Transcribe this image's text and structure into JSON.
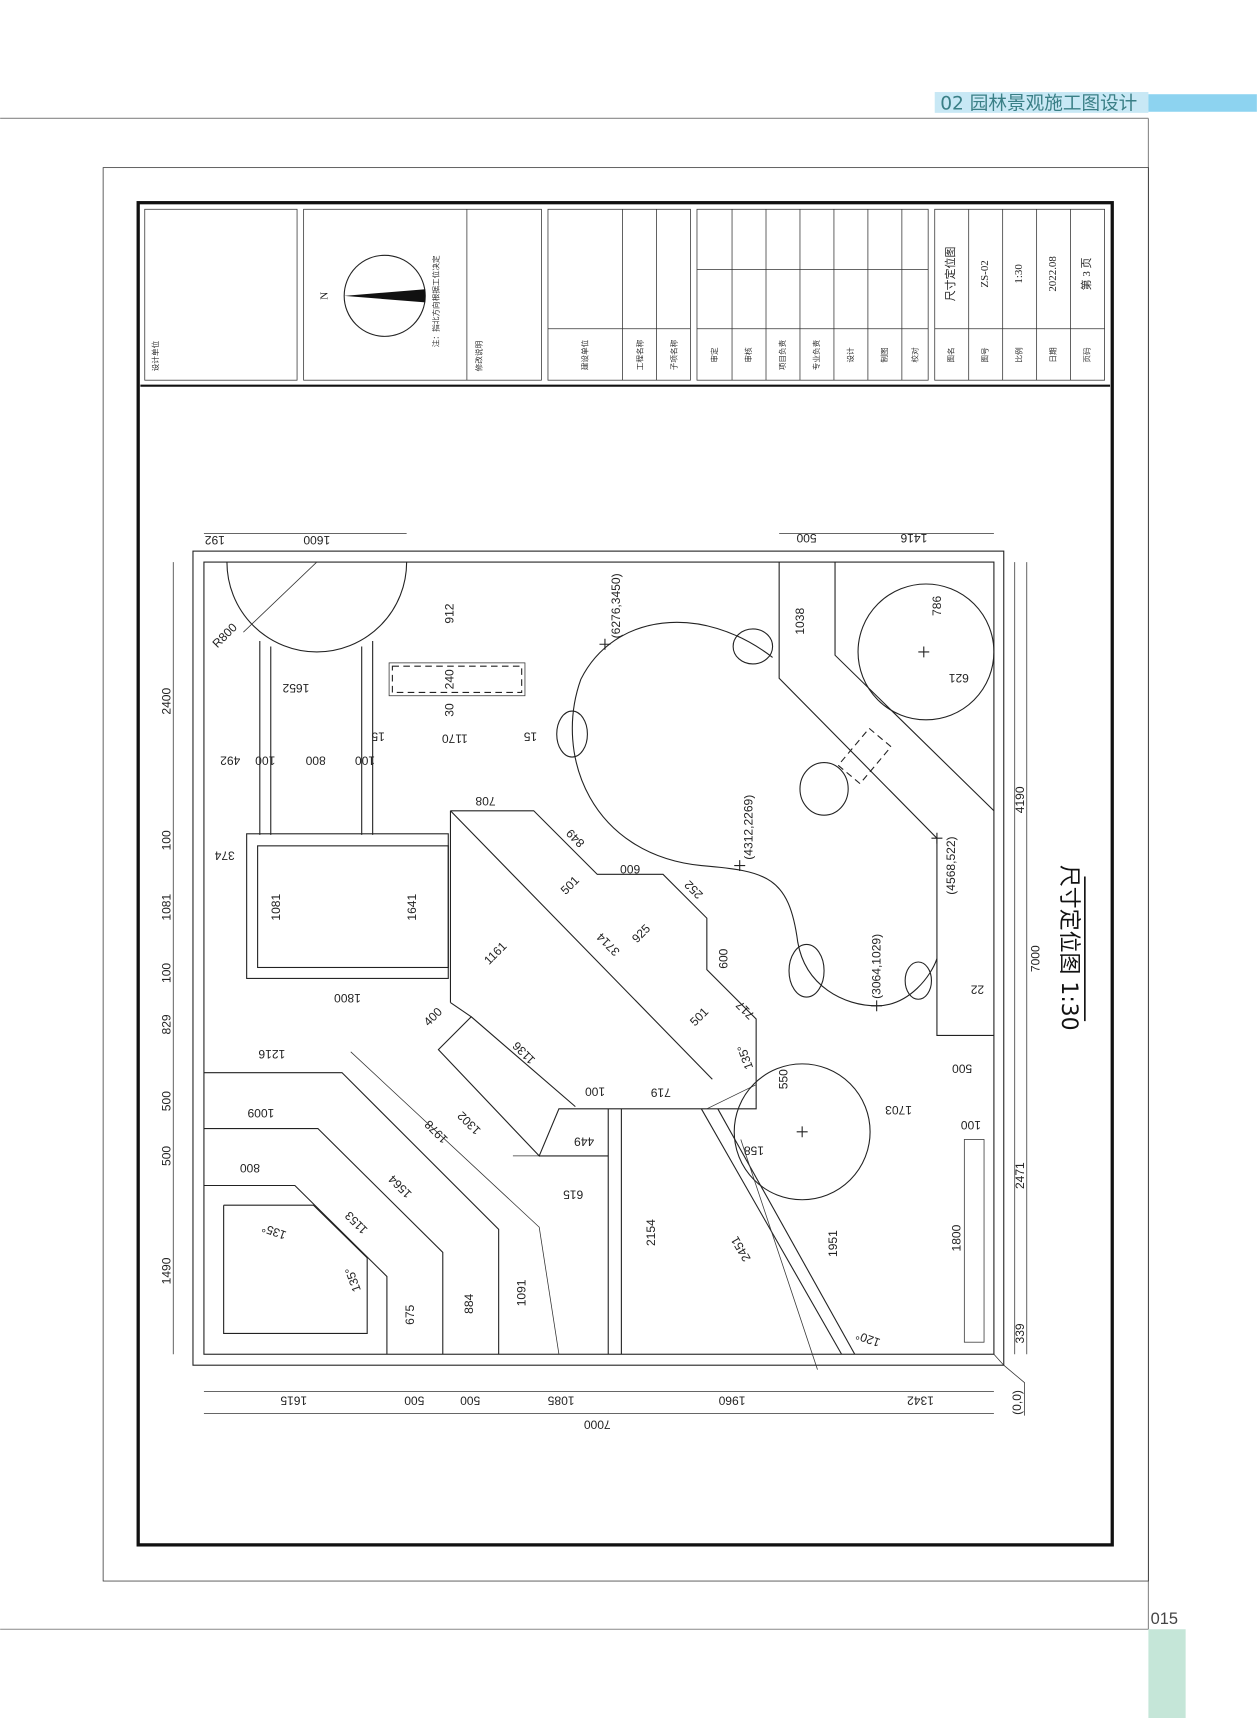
{
  "header": {
    "chapter": "02 园林景观施工图设计",
    "page_number": "015",
    "band_color": "#c8e8f5",
    "bar_color": "#8dd3f0",
    "footer_color": "#c5e6d8"
  },
  "title_block": {
    "design_unit": "设计单位",
    "north": "N",
    "north_note": "注：指北方向根据工位决定",
    "revision": "修改说明",
    "client": "建设单位",
    "project_name": "工程名称",
    "subproject_name": "子项名称",
    "roles": [
      "审定",
      "审核",
      "项目负责",
      "专业负责",
      "设计",
      "制图",
      "校对"
    ],
    "fields": [
      {
        "label": "图名",
        "value": "尺寸定位图"
      },
      {
        "label": "图号",
        "value": "ZS-02"
      },
      {
        "label": "比例",
        "value": "1:30"
      },
      {
        "label": "日期",
        "value": "2022.08"
      },
      {
        "label": "页码",
        "value": "第 3 页"
      }
    ]
  },
  "drawing": {
    "title": "尺寸定位图 1:30",
    "radius_label": "R800",
    "origin": "(0,0)",
    "coordinates": [
      "(6276,3450)",
      "(4312,2269)",
      "(4568,522)",
      "(3064,1029)"
    ],
    "angles": [
      "135°",
      "135°",
      "135°",
      "120°"
    ],
    "dims": [
      "192",
      "1600",
      "500",
      "1416",
      "912",
      "240",
      "30",
      "1652",
      "15",
      "1170",
      "15",
      "492",
      "100",
      "800",
      "100",
      "2400",
      "100",
      "374",
      "1081",
      "1081",
      "1641",
      "100",
      "1800",
      "829",
      "500",
      "500",
      "1490",
      "708",
      "849",
      "501",
      "1161",
      "3714",
      "925",
      "600",
      "252",
      "600",
      "717",
      "501",
      "400",
      "1136",
      "100",
      "719",
      "550",
      "1216",
      "1009",
      "800",
      "1978",
      "1302",
      "1564",
      "1153",
      "449",
      "615",
      "675",
      "884",
      "1091",
      "2154",
      "2451",
      "1951",
      "158",
      "1703",
      "100",
      "1800",
      "786",
      "621",
      "1038",
      "4190",
      "7000",
      "22",
      "500",
      "2471",
      "339",
      "1615",
      "500",
      "500",
      "1085",
      "1960",
      "1342",
      "7000"
    ]
  }
}
